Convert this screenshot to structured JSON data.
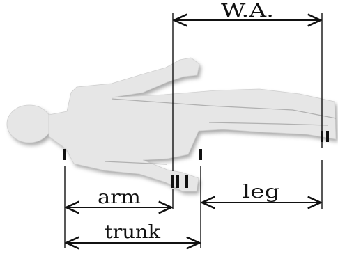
{
  "labels": {
    "wa": "W.A.",
    "arm": "arm",
    "leg": "leg",
    "trunk": "trunk"
  },
  "colors": {
    "body": "#e6e6e6",
    "shadow": "#8c8c8c",
    "line": "#111111",
    "background": "#ffffff"
  }
}
